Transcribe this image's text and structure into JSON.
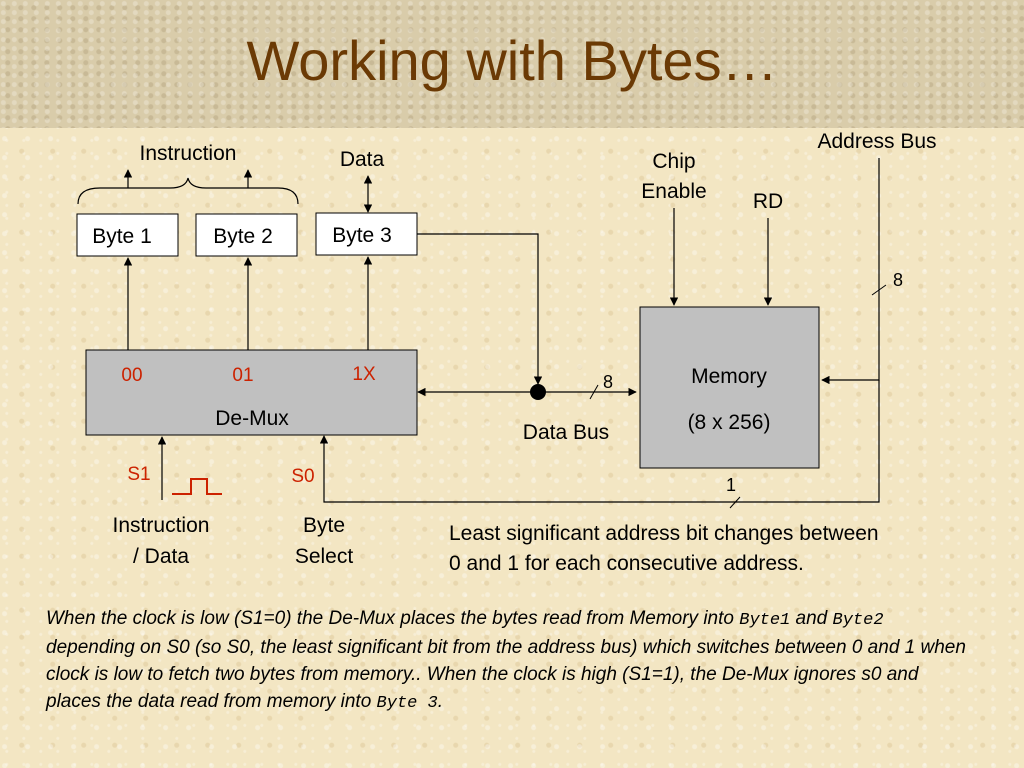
{
  "slide": {
    "title": "Working with Bytes…"
  },
  "diagram": {
    "instruction_label": "Instruction",
    "data_label": "Data",
    "byte1": "Byte 1",
    "byte2": "Byte 2",
    "byte3": "Byte 3",
    "chip_enable_line1": "Chip",
    "chip_enable_line2": "Enable",
    "rd_label": "RD",
    "address_bus_label": "Address Bus",
    "address_bus_width": "8",
    "memory_line1": "Memory",
    "memory_line2": "(8 x 256)",
    "demux_label": "De-Mux",
    "demux_out0": "00",
    "demux_out1": "01",
    "demux_out2": "1X",
    "data_bus_label": "Data Bus",
    "data_bus_width": "8",
    "lsb_width": "1",
    "s1_label": "S1",
    "s0_label": "S0",
    "instr_data_line1": "Instruction",
    "instr_data_line2": "/ Data",
    "byte_select_line1": "Byte",
    "byte_select_line2": "Select",
    "lsb_note_line1": "Least significant address bit changes between",
    "lsb_note_line2": "0 and 1 for each consecutive address."
  },
  "caption": {
    "p1": "When the clock is low (S1=0) the De-Mux places the bytes read from Memory into ",
    "code1": "Byte1",
    "p2": " and ",
    "code2": "Byte2",
    "p3": " depending on S0 (so S0, the least significant bit from the address bus)  which switches between 0 and 1 when clock is low to fetch two bytes from memory.. When the clock is high (S1=1), the De-Mux ignores s0 and places the data read from memory into ",
    "code3": "Byte 3",
    "p4": "."
  },
  "colors": {
    "title": "#6b3a05",
    "select_codes": "#cc2200",
    "box_fill": "#c0c0c0"
  }
}
